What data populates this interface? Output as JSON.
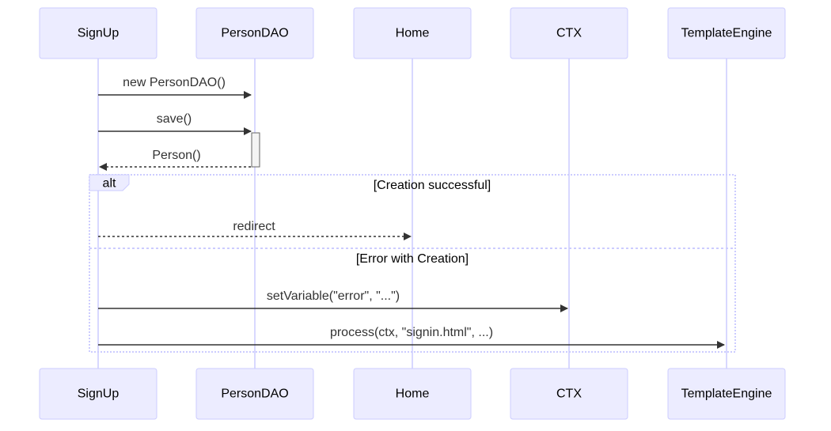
{
  "actors": [
    {
      "id": "signup",
      "label": "SignUp"
    },
    {
      "id": "persondao",
      "label": "PersonDAO"
    },
    {
      "id": "home",
      "label": "Home"
    },
    {
      "id": "ctx",
      "label": "CTX"
    },
    {
      "id": "templateengine",
      "label": "TemplateEngine"
    }
  ],
  "messages": [
    {
      "label": "new PersonDAO()",
      "from": "signup",
      "to": "persondao",
      "style": "solid"
    },
    {
      "label": "save()",
      "from": "signup",
      "to": "persondao",
      "style": "solid"
    },
    {
      "label": "Person()",
      "from": "persondao",
      "to": "signup",
      "style": "dashed"
    },
    {
      "label": "redirect",
      "from": "signup",
      "to": "home",
      "style": "dashed"
    },
    {
      "label": "setVariable(\"error\", \"...\")",
      "from": "signup",
      "to": "ctx",
      "style": "solid"
    },
    {
      "label": "process(ctx, \"signin.html\", ...)",
      "from": "signup",
      "to": "templateengine",
      "style": "solid"
    }
  ],
  "frame": {
    "label": "alt",
    "conditions": [
      "[Creation successful]",
      "[Error with Creation]"
    ]
  }
}
